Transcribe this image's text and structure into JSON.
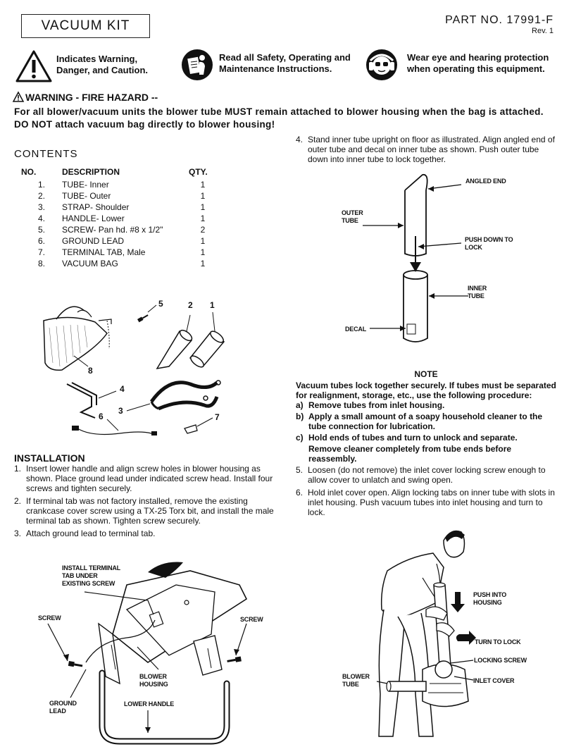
{
  "header": {
    "title": "VACUUM KIT",
    "part_no": "PART NO. 17991-F",
    "rev": "Rev. 1",
    "icons": [
      {
        "icon": "warning-triangle-icon",
        "text": "Indicates Warning, Danger, and Caution."
      },
      {
        "icon": "read-manual-icon",
        "text": "Read all Safety, Operating and Maintenance Instructions."
      },
      {
        "icon": "eye-ear-protection-icon",
        "text": "Wear eye and hearing protection when operating this equipment."
      }
    ]
  },
  "warning": {
    "title": "WARNING - FIRE HAZARD --",
    "body": "For all blower/vacuum units the blower tube MUST remain attached to blower housing when the bag is attached. DO NOT attach vacuum bag directly to blower housing!"
  },
  "contents": {
    "heading": "CONTENTS",
    "columns": [
      "NO.",
      "DESCRIPTION",
      "QTY."
    ],
    "rows": [
      [
        "1.",
        "TUBE- Inner",
        "1"
      ],
      [
        "2.",
        "TUBE- Outer",
        "1"
      ],
      [
        "3.",
        "STRAP- Shoulder",
        "1"
      ],
      [
        "4.",
        "HANDLE- Lower",
        "1"
      ],
      [
        "5.",
        "SCREW- Pan hd. #8 x 1/2\"",
        "2"
      ],
      [
        "6.",
        "GROUND  LEAD",
        "1"
      ],
      [
        "7.",
        "TERMINAL TAB, Male",
        "1"
      ],
      [
        "8.",
        "VACUUM BAG",
        "1"
      ]
    ]
  },
  "parts_callouts": [
    "5",
    "2",
    "1",
    "8",
    "4",
    "3",
    "6",
    "7"
  ],
  "installation": {
    "heading": "INSTALLATION",
    "steps": [
      {
        "n": "1.",
        "text": "Insert lower handle and align screw holes in blower housing as shown. Place ground lead under indicated screw head. Install four screws and tighten  securely."
      },
      {
        "n": "2.",
        "text": "If terminal tab was not factory installed, remove the existing crankcase cover screw using a TX-25 Torx bit, and install the male terminal tab as shown.  Tighten screw securely."
      },
      {
        "n": "3.",
        "text": "Attach ground lead to terminal tab."
      }
    ]
  },
  "right_steps_top": [
    {
      "n": "4.",
      "text": "Stand inner tube upright on floor as illustrated. Align angled end of outer tube and decal on inner tube as shown. Push outer tube down into inner tube to lock together."
    }
  ],
  "tube_labels": {
    "angled_end": "ANGLED END",
    "outer_tube": "OUTER TUBE",
    "push_down": "PUSH DOWN TO LOCK",
    "inner_tube": "INNER TUBE",
    "decal": "DECAL"
  },
  "note": {
    "heading": "NOTE",
    "intro": "Vacuum tubes lock together securely. If tubes must be separated for realignment, storage, etc., use the following procedure:",
    "items": [
      {
        "l": "a)",
        "text": "Remove tubes from inlet housing."
      },
      {
        "l": "b)",
        "text": "Apply a small amount of a soapy household cleaner to the tube connection  for  lubrication."
      },
      {
        "l": "c)",
        "text": "Hold ends of tubes and turn to unlock and separate."
      },
      {
        "l": "",
        "text": "Remove cleaner completely from tube ends before reassembly."
      }
    ]
  },
  "right_steps_bottom": [
    {
      "n": "5.",
      "text": "Loosen (do not remove) the inlet cover locking screw enough to allow cover to unlatch and swing open."
    },
    {
      "n": "6.",
      "text": "Hold inlet cover open. Align locking tabs on inner tube with slots in inlet housing. Push vacuum tubes into inlet  housing  and turn to lock."
    }
  ],
  "install_labels": {
    "install_tab": "INSTALL TERMINAL TAB UNDER EXISTING SCREW",
    "screw_left": "SCREW",
    "screw_right": "SCREW",
    "blower_housing": "BLOWER HOUSING",
    "ground_lead": "GROUND LEAD",
    "lower_handle": "LOWER HANDLE"
  },
  "person_labels": {
    "push_into": "PUSH INTO HOUSING",
    "turn_to_lock": "TURN TO LOCK",
    "locking_screw": "LOCKING SCREW",
    "inlet_cover": "INLET COVER",
    "blower_tube": "BLOWER TUBE"
  }
}
